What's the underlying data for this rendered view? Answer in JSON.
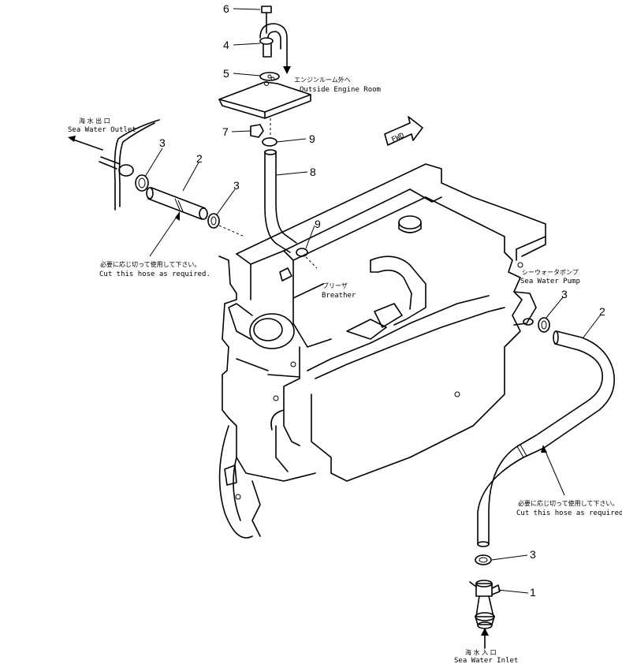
{
  "callouts": {
    "c6": "6",
    "c4": "4",
    "c5": "5",
    "c7": "7",
    "c9a": "9",
    "c8": "8",
    "c9b": "9",
    "c3a": "3",
    "c2a": "2",
    "c3b": "3",
    "c3c": "3",
    "c2b": "2",
    "c3d": "3",
    "c1": "1"
  },
  "labels": {
    "outside_jp": "エンジンルーム外へ",
    "outside_en": "Outside Engine Room",
    "outlet_jp": "海 水 出 口",
    "outlet_en": "Sea Water Outlet",
    "cut_top_jp": "必要に応じ切って使用して下さい。",
    "cut_top_en": "Cut this hose as required.",
    "breather_jp": "ブリーザ",
    "breather_en": "Breather",
    "pump_jp": "シーウォータポンプ",
    "pump_en": "Sea Water Pump",
    "cut_right_jp": "必要に応じ切って使用して下さい。",
    "cut_right_en": "Cut this hose as required.",
    "inlet_jp": "海 水 入 口",
    "inlet_en": "Sea Water Inlet",
    "fwd": "FWD"
  }
}
